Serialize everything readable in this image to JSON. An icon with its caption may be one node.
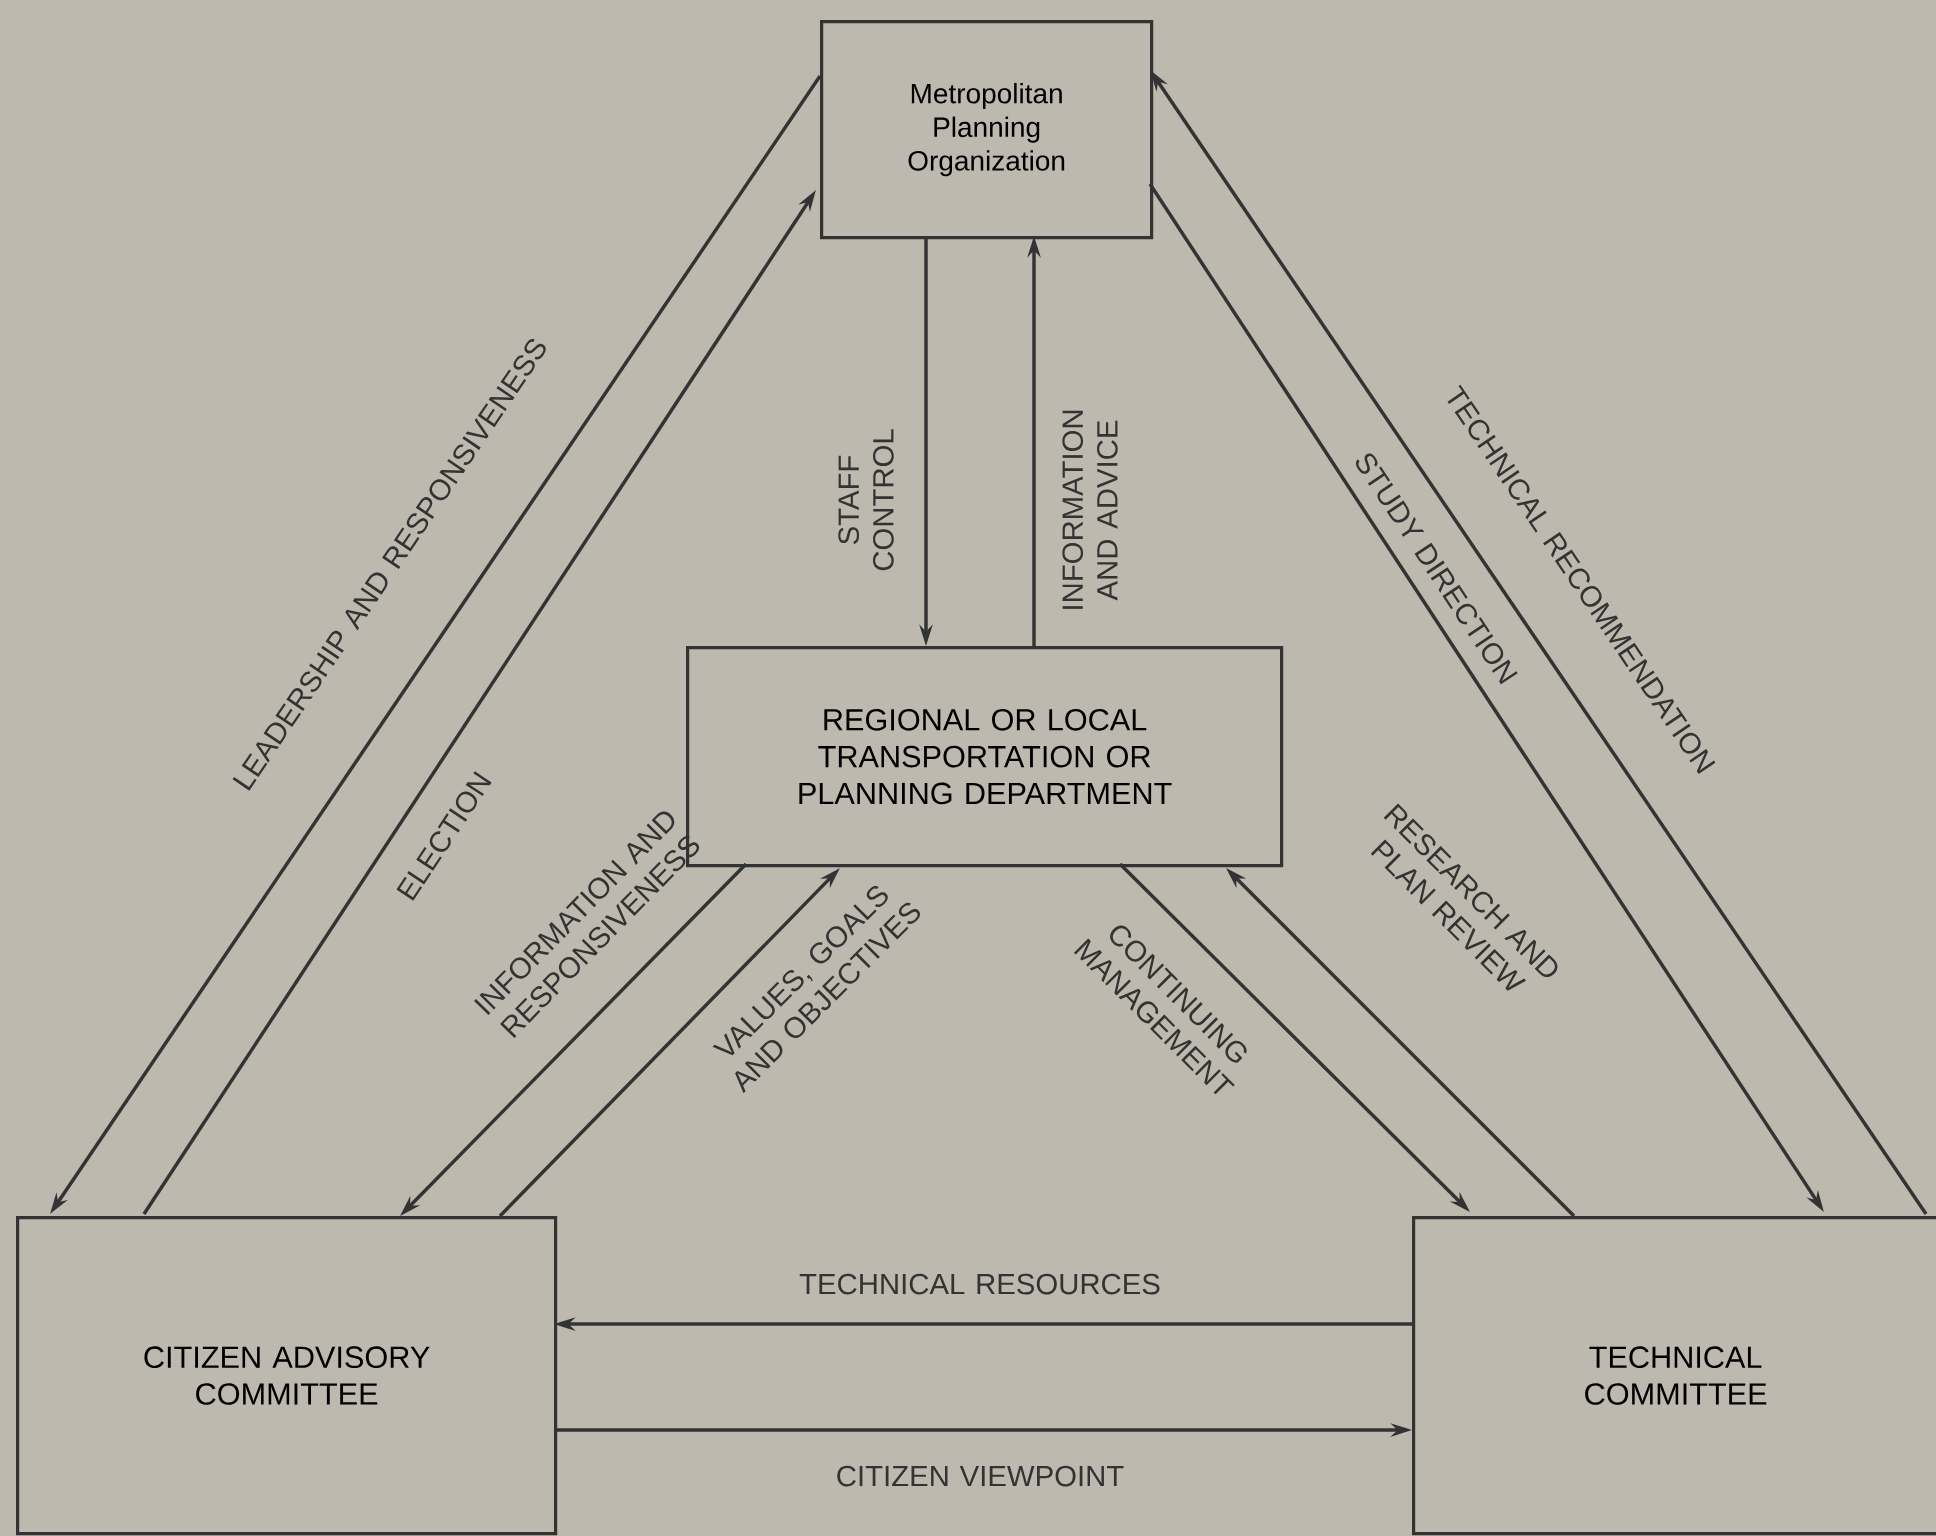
{
  "diagram": {
    "nodes": [
      {
        "text": [
          "Metropolitan Planning Organization"
        ]
      },
      {
        "text": [
          "REGIONAL OR LOCAL TRANSPORTATION OR PLANNING DEPARTMENT"
        ]
      },
      {
        "text": [
          "CITIZEN ADVISORY COMMITTEE"
        ]
      },
      {
        "text": [
          "TECHNICAL COMMITTEE"
        ]
      }
    ],
    "edges": [
      {
        "from": 0,
        "to": 1,
        "arrow": "to",
        "label": "STAFF CONTROL"
      },
      {
        "from": 1,
        "to": 0,
        "arrow": "to",
        "label": "INFORMATION AND ADVICE"
      },
      {
        "from": 0,
        "to": 2,
        "arrow": "to",
        "label": "LEADERSHIP AND RESPONSIVENESS"
      },
      {
        "from": 2,
        "to": 0,
        "arrow": "to",
        "label": "ELECTION"
      },
      {
        "from": 3,
        "to": 0,
        "arrow": "to",
        "label": "TECHNICAL RECOMMENDATION"
      },
      {
        "from": 0,
        "to": 3,
        "arrow": "to",
        "label": "STUDY DIRECTION"
      },
      {
        "from": 1,
        "to": 2,
        "arrow": "to",
        "label": "INFORMATION AND RESPONSIVENESS"
      },
      {
        "from": 2,
        "to": 1,
        "arrow": "to",
        "label": "VALUES, GOALS AND OBJECTIVES"
      },
      {
        "from": 1,
        "to": 3,
        "arrow": "to",
        "label": "CONTINUING MANAGEMENT"
      },
      {
        "from": 3,
        "to": 1,
        "arrow": "to",
        "label": "RESEARCH AND PLAN REVIEW"
      },
      {
        "from": 3,
        "to": 2,
        "arrow": "to",
        "label": "TECHNICAL RESOURCES"
      },
      {
        "from": 2,
        "to": 3,
        "arrow": "to",
        "label": "CITIZEN VIEWPOINT"
      }
    ]
  }
}
